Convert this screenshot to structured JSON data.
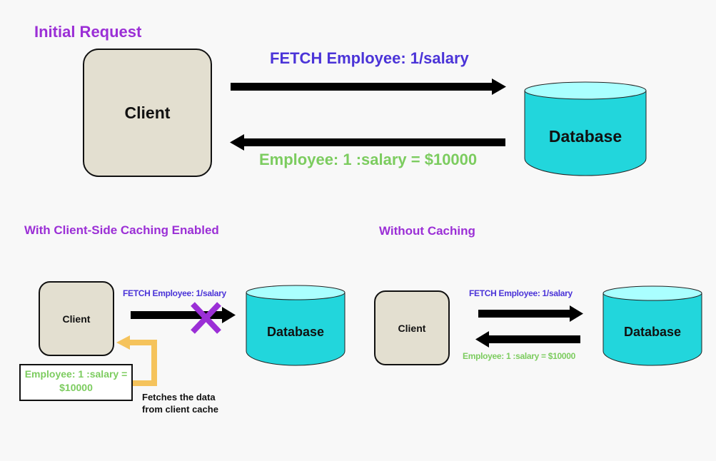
{
  "sections": {
    "initial": {
      "heading": "Initial Request",
      "client_label": "Client",
      "database_label": "Database",
      "request_label": "FETCH Employee: 1/salary",
      "response_label": "Employee: 1 :salary = $10000"
    },
    "cached": {
      "heading": "With Client-Side Caching Enabled",
      "client_label": "Client",
      "database_label": "Database",
      "request_label": "FETCH Employee: 1/salary",
      "cache_value_line1": "Employee: 1 :salary =",
      "cache_value_line2": "$10000",
      "note_line1": "Fetches the data",
      "note_line2": "from client cache",
      "request_blocked": true
    },
    "uncached": {
      "heading": "Without Caching",
      "client_label": "Client",
      "database_label": "Database",
      "request_label": "FETCH Employee: 1/salary",
      "response_label": "Employee: 1 :salary = $10000"
    }
  },
  "colors": {
    "heading": "#9b2fd6",
    "request_text": "#4b34d8",
    "response_text": "#7ccc5f",
    "client_fill": "#e3dfd0",
    "database_body": "#22d6dc",
    "database_top": "#aaffff",
    "cache_arrow": "#f5c35c",
    "blocked_mark": "#9b2fd6"
  }
}
